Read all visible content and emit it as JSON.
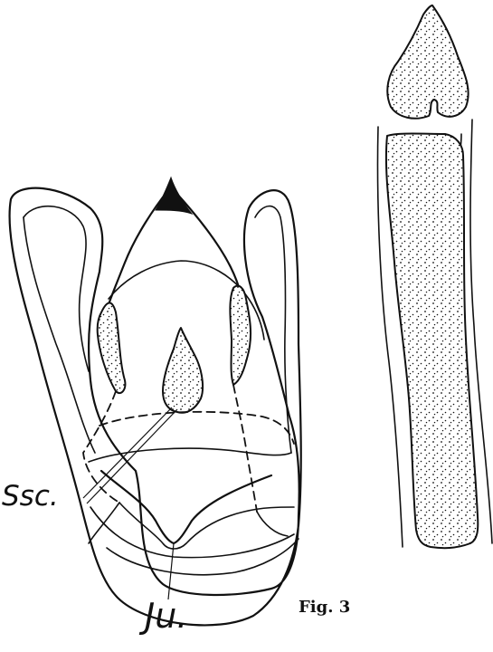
{
  "labels": {
    "ssc": "Ssc.",
    "ju": "Ju.",
    "figure_caption": "Fig. 3"
  }
}
